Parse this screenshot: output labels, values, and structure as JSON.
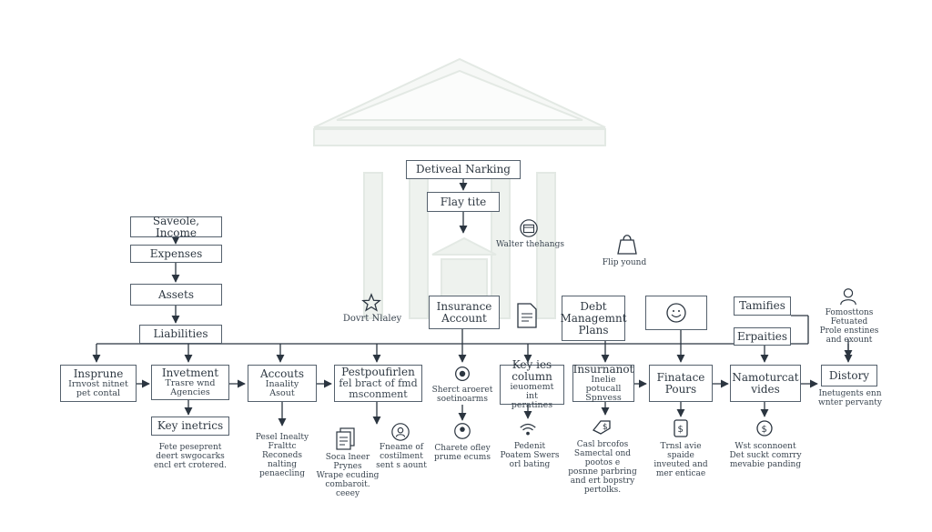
{
  "diagram": {
    "top_boxes": {
      "deriveal": "Detiveal Narking",
      "play": "Flay tite"
    },
    "left_chain": {
      "income": "Saveole, Income",
      "expenses": "Expenses",
      "assets": "Assets",
      "liabilities": "Liabilities"
    },
    "middle": {
      "star_label": "Dovrt Nlaley",
      "wallet_label": "Walter thehangs",
      "flip_label": "Flip yound",
      "insurance": "Insurance\nAccount",
      "debt": "Debt\nManagemnt\nPlans",
      "tamifies": "Tamifies",
      "erpaities": "Erpaities",
      "top_right_note": "Fomosttons\nFetuated\nProle enstines\nand exount"
    },
    "row_boxes": [
      {
        "title": "Insprune",
        "sub": "Irnvost nitnet\npet contal"
      },
      {
        "title": "Invetment",
        "sub": "Trasre wnd\nAgencies"
      },
      {
        "title": "Accouts",
        "sub": "Inaality\nAsout"
      },
      {
        "title": "Pestpoufirlen",
        "sub": "fel bract of fmd\nmsconment"
      },
      {
        "title": "",
        "sub": ""
      },
      {
        "title": "Key ies column",
        "sub": "ieuomemt int\nperatines"
      },
      {
        "title": "Insurnanot",
        "sub": "Inelie potucall\nSpnvess"
      },
      {
        "title": "Finatace\nPours",
        "sub": ""
      },
      {
        "title": "Namoturcat\nvides",
        "sub": ""
      },
      {
        "title": "Distory",
        "sub": ""
      }
    ],
    "row_side_texts": {
      "strect": "Sherct aroeret\nsoetinoarms",
      "distory": "Inetugents enn\nwnter pervanty"
    },
    "key_metrics": "Key inetrics",
    "bottom_texts": {
      "b1": "Fete peseprent\ndeert swgocarks\nencl ert crotered.",
      "b2": "Pesel Inealty\nFralttc\nReconeds nalting\npenaecling",
      "b3": "Soca lneer\nPrynes\nWrape ecuding\ncombaroit.\nceeey",
      "b4": "Fneame of\ncostilment\nsent s aount",
      "b5": "Charete ofley\nprume ecums",
      "b6": "Pedenit\nPoatem Swers\norl bating",
      "b7": "Casl brcofos\nSamectal ond\npootos e\nposnne parbring\nand ert bopstry\npertolks.",
      "b8": "Trnsl avie spaide\ninveuted and\nmer enticae",
      "b9": "Wst sconnoent\nDet suckt comrry\nmevabie panding"
    },
    "icons": [
      "star-icon",
      "wallet-icon",
      "bag-icon",
      "document-icon",
      "smiley-icon",
      "person-icon",
      "medal-icon",
      "pin-icon",
      "wifi-icon",
      "dollar-tag-icon",
      "dollar-card-icon",
      "dollar-leaf-icon",
      "papers-icon",
      "person-circle-icon"
    ],
    "colors": {
      "line": "#2b3540",
      "box_border": "#55616d",
      "watermark": "#e6ebe7"
    }
  }
}
